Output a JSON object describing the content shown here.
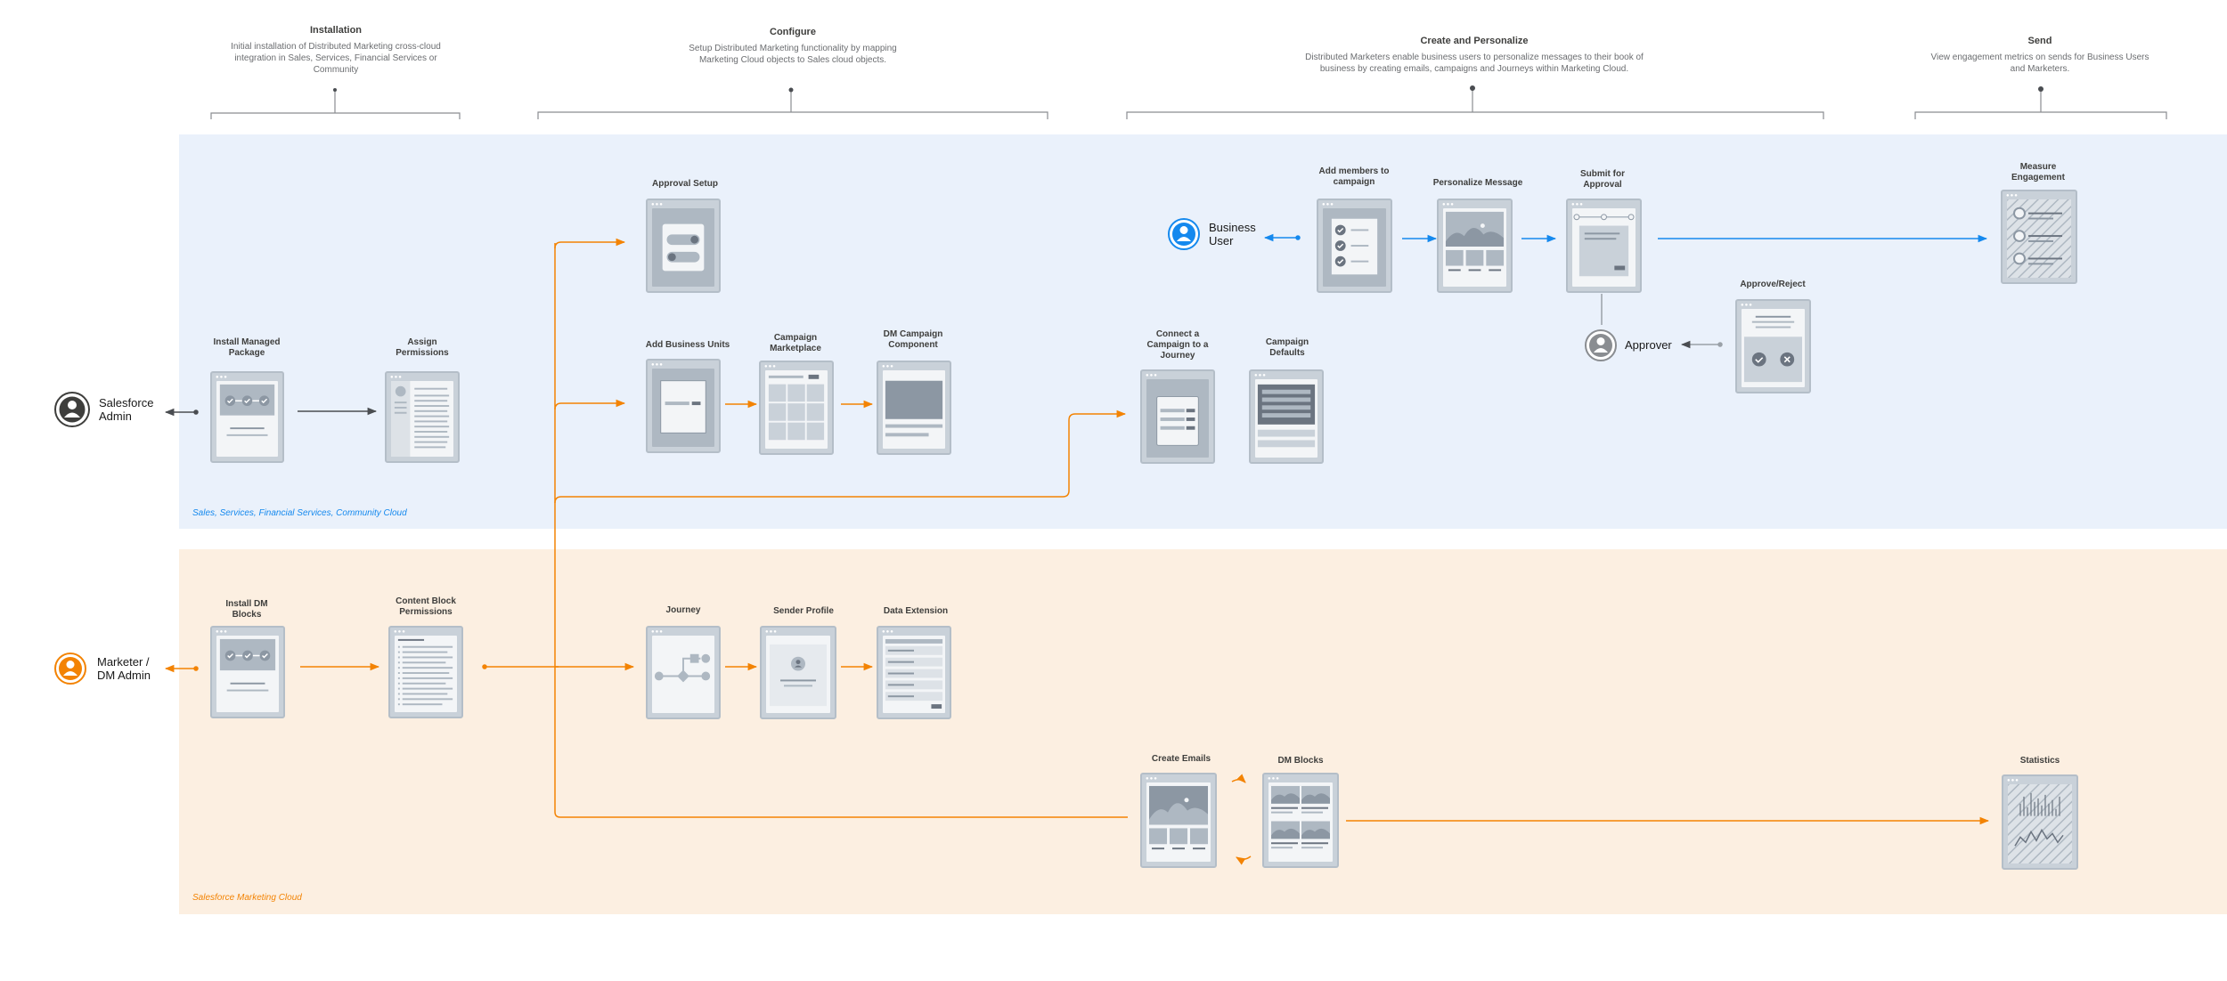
{
  "phases": [
    {
      "title": "Installation",
      "desc": "Initial installation of Distributed Marketing cross-cloud integration in Sales, Services, Financial Services or Community"
    },
    {
      "title": "Configure",
      "desc": "Setup Distributed Marketing functionality by mapping Marketing Cloud objects to Sales cloud objects."
    },
    {
      "title": "Create and Personalize",
      "desc": "Distributed Marketers enable business users to personalize messages to their book of business by creating emails, campaigns and Journeys within Marketing Cloud."
    },
    {
      "title": "Send",
      "desc": "View engagement metrics on sends for Business Users and Marketers."
    }
  ],
  "bands": {
    "sales_label": "Sales, Services, Financial Services, Community Cloud",
    "marketing_label": "Salesforce Marketing Cloud"
  },
  "actors": {
    "salesforce_admin": "Salesforce Admin",
    "marketer_admin": "Marketer / DM Admin",
    "business_user": "Business User",
    "approver": "Approver"
  },
  "steps": {
    "install_package": "Install Managed Package",
    "assign_permissions": "Assign Permissions",
    "approval_setup": "Approval Setup",
    "add_business_units": "Add Business Units",
    "campaign_marketplace": "Campaign Marketplace",
    "dm_campaign_component": "DM Campaign Component",
    "connect_campaign": "Connect a Campaign to a Journey",
    "campaign_defaults": "Campaign Defaults",
    "add_members": "Add members to campaign",
    "personalize_message": "Personalize Message",
    "submit_approval": "Submit for Approval",
    "approve_reject": "Approve/Reject",
    "measure_engagement": "Measure Engagement",
    "install_dm_blocks": "Install DM Blocks",
    "content_block_permissions": "Content Block Permissions",
    "journey": "Journey",
    "sender_profile": "Sender Profile",
    "data_extension": "Data Extension",
    "create_emails": "Create Emails",
    "dm_blocks": "DM Blocks",
    "statistics": "Statistics"
  },
  "colors": {
    "sales_band": "#eaf1fb",
    "marketing_band": "#fcefe1",
    "blue_accent": "#1589ee",
    "orange_accent": "#f38303",
    "connector_gray": "#4a4d51",
    "node_fill": "#c9d1d9",
    "node_border": "#b4bec8",
    "sales_label_color": "#1589ee",
    "marketing_label_color": "#f38303"
  },
  "icons": {
    "actor": "person-avatar-icon",
    "check": "check-icon",
    "close": "close-icon"
  }
}
